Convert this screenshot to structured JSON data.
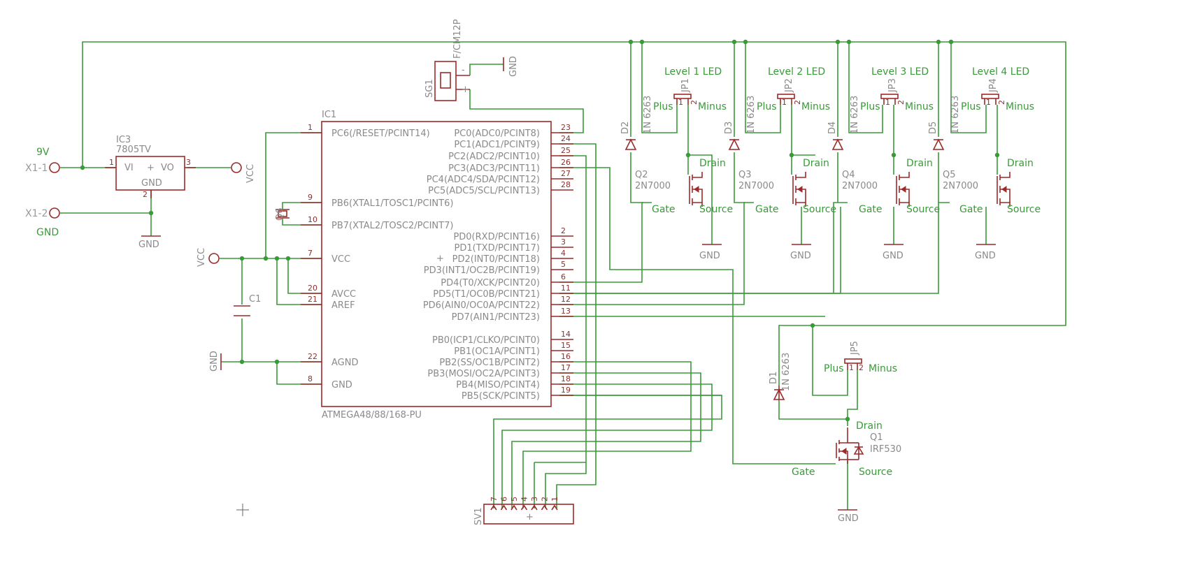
{
  "colors": {
    "wire": "#3a9a3a",
    "part": "#9c2a2a",
    "text": "#8a8a8a",
    "label": "#3a9a3a",
    "pinnum": "#8a3030"
  },
  "ic1": {
    "name": "IC1",
    "value": "ATMEGA48/88/168-PU",
    "left_pins": [
      {
        "num": "1",
        "label": "PC6(/RESET/PCINT14)"
      },
      {
        "num": "9",
        "label": "PB6(XTAL1/TOSC1/PCINT6)"
      },
      {
        "num": "10",
        "label": "PB7(XTAL2/TOSC2/PCINT7)"
      },
      {
        "num": "7",
        "label": "VCC"
      },
      {
        "num": "20",
        "label": "AVCC"
      },
      {
        "num": "21",
        "label": "AREF"
      },
      {
        "num": "22",
        "label": "AGND"
      },
      {
        "num": "8",
        "label": "GND"
      }
    ],
    "right_pins": [
      {
        "num": "23",
        "label": "PC0(ADC0/PCINT8)"
      },
      {
        "num": "24",
        "label": "PC1(ADC1/PCINT9)"
      },
      {
        "num": "25",
        "label": "PC2(ADC2/PCINT10)"
      },
      {
        "num": "26",
        "label": "PC3(ADC3/PCINT11)"
      },
      {
        "num": "27",
        "label": "PC4(ADC4/SDA/PCINT12)"
      },
      {
        "num": "28",
        "label": "PC5(ADC5/SCL/PCINT13)"
      },
      {
        "num": "2",
        "label": "PD0(RXD/PCINT16)"
      },
      {
        "num": "3",
        "label": "PD1(TXD/PCINT17)"
      },
      {
        "num": "4",
        "label": "PD2(INT0/PCINT18)"
      },
      {
        "num": "5",
        "label": "PD3(INT1/OC2B/PCINT19)"
      },
      {
        "num": "6",
        "label": "PD4(T0/XCK/PCINT20)"
      },
      {
        "num": "11",
        "label": "PD5(T1/OC0B/PCINT21)"
      },
      {
        "num": "12",
        "label": "PD6(AIN0/OC0A/PCINT22)"
      },
      {
        "num": "13",
        "label": "PD7(AIN1/PCINT23)"
      },
      {
        "num": "14",
        "label": "PB0(ICP1/CLKO/PCINT0)"
      },
      {
        "num": "15",
        "label": "PB1(OC1A/PCINT1)"
      },
      {
        "num": "16",
        "label": "PB2(SS/OC1B/PCINT2)"
      },
      {
        "num": "17",
        "label": "PB3(MOSI/OC2A/PCINT3)"
      },
      {
        "num": "18",
        "label": "PB4(MISO/PCINT4)"
      },
      {
        "num": "19",
        "label": "PB5(SCK/PCINT5)"
      }
    ]
  },
  "ic3": {
    "name": "IC3",
    "value": "7805TV",
    "vi": "VI",
    "vo": "VO",
    "gnd": "GND",
    "pin1": "1",
    "pin2": "2",
    "pin3": "3"
  },
  "x1": {
    "pin1": "X1-1",
    "pin2": "X1-2",
    "net1": "9V",
    "net2": "GND"
  },
  "sg1": {
    "name": "SG1",
    "value": "F/CM12P",
    "minus": "-",
    "plus": "+"
  },
  "q6": {
    "name": "Q6"
  },
  "c1": {
    "name": "C1"
  },
  "sv1": {
    "name": "SV1",
    "pins": [
      "7",
      "6",
      "5",
      "4",
      "3",
      "2",
      "1"
    ]
  },
  "supply": {
    "vcc": "VCC",
    "gnd": "GND"
  },
  "plus_marker": "+",
  "led_stages": [
    {
      "jp": "JP1",
      "level": "Level 1 LED",
      "diode": "D2",
      "diode_value": "1N 6263",
      "fet": "Q2",
      "fet_value": "2N7000"
    },
    {
      "jp": "JP2",
      "level": "Level 2 LED",
      "diode": "D3",
      "diode_value": "1N 6263",
      "fet": "Q3",
      "fet_value": "2N7000"
    },
    {
      "jp": "JP3",
      "level": "Level 3 LED",
      "diode": "D4",
      "diode_value": "1N 6263",
      "fet": "Q4",
      "fet_value": "2N7000"
    },
    {
      "jp": "JP4",
      "level": "Level 4 LED",
      "diode": "D5",
      "diode_value": "1N 6263",
      "fet": "Q5",
      "fet_value": "2N7000"
    }
  ],
  "motor_stage": {
    "jp": "JP5",
    "diode": "D1",
    "diode_value": "1N 6263",
    "fet": "Q1",
    "fet_value": "IRF530"
  },
  "terminals": {
    "plus": "Plus",
    "minus": "Minus",
    "drain": "Drain",
    "gate": "Gate",
    "source": "Source",
    "jp_pin1": "1",
    "jp_pin2": "2"
  }
}
